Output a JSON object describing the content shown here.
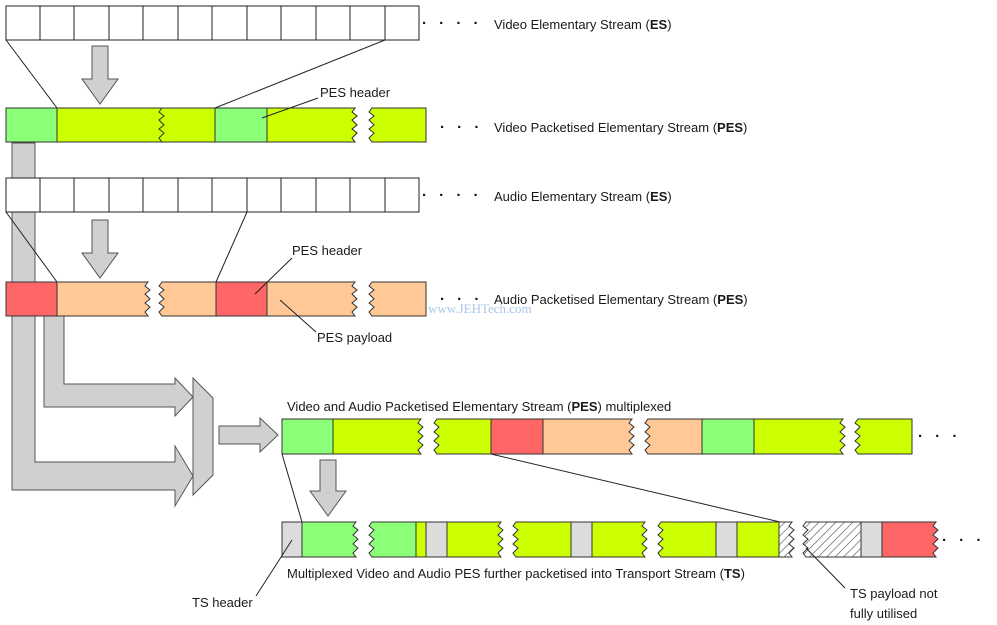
{
  "labels": {
    "video_es_prefix": "Video Elementary Stream (",
    "video_es_bold": "ES",
    "video_es_suffix": ")",
    "video_pes_prefix": "Video Packetised Elementary Stream (",
    "video_pes_bold": "PES",
    "video_pes_suffix": ")",
    "audio_es_prefix": "Audio Elementary Stream (",
    "audio_es_bold": "ES",
    "audio_es_suffix": ")",
    "audio_pes_prefix": "Audio Packetised Elementary Stream (",
    "audio_pes_bold": "PES",
    "audio_pes_suffix": ")",
    "mux_prefix": "Video and Audio Packetised Elementary Stream (",
    "mux_bold": "PES",
    "mux_suffix": ") multiplexed",
    "ts_prefix": "Multiplexed Video and Audio PES further packetised into Transport Stream (",
    "ts_bold": "TS",
    "ts_suffix": ")"
  },
  "callouts": {
    "video_pes_header": "PES header",
    "audio_pes_header": "PES header",
    "pes_payload": "PES payload",
    "ts_header": "TS header",
    "ts_not_utilised_line1": "TS payload not",
    "ts_not_utilised_line2": "fully utilised"
  },
  "watermark": "www.JEHTech.com",
  "ellipsis": "· · · ·",
  "colors": {
    "video_header": "#8cff78",
    "video_payload": "#ccff00",
    "audio_header": "#ff6666",
    "audio_payload": "#ffc896",
    "ts_header": "#dcdcdc",
    "arrow_fill": "#d0d0d0"
  }
}
